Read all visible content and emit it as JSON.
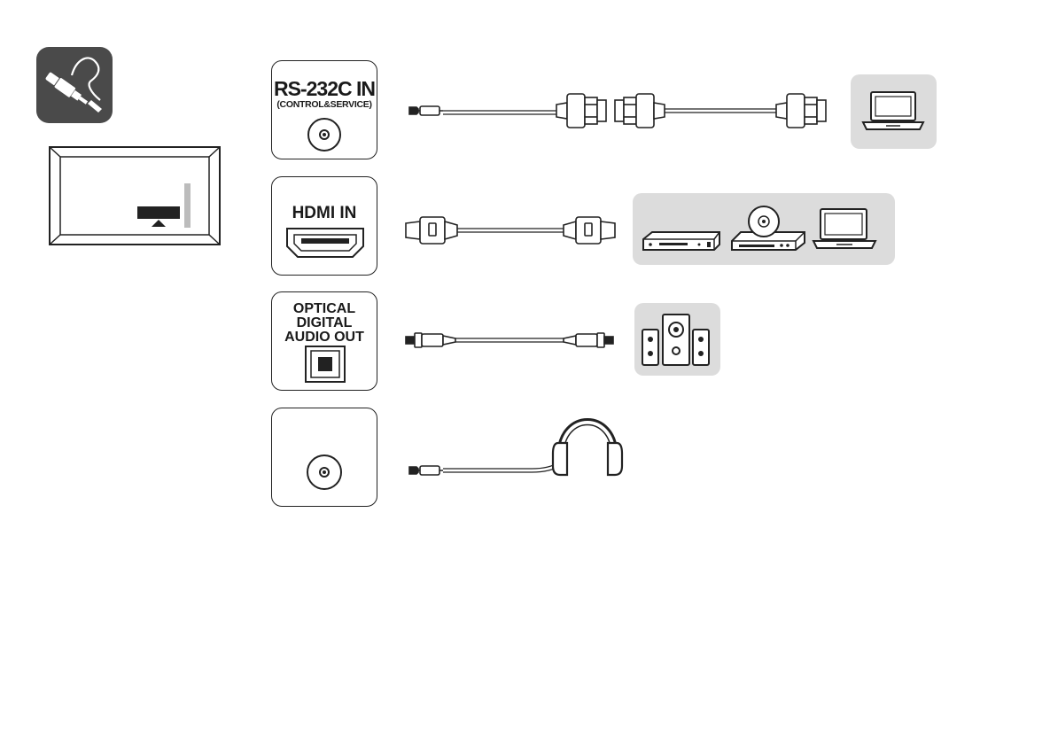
{
  "ports": [
    {
      "name": "rs232",
      "title": "RS-232C IN",
      "subtitle": "(CONTROL&SERVICE)"
    },
    {
      "name": "hdmi",
      "title": "HDMI IN"
    },
    {
      "name": "optical",
      "title_lines": [
        "OPTICAL",
        "DIGITAL",
        "AUDIO OUT"
      ]
    },
    {
      "name": "headphone"
    }
  ],
  "icons": {
    "connection_badge": "cable-plug-icon",
    "monitor": "monitor-rear-panel-icon",
    "rs232_device": "laptop-icon",
    "hdmi_devices": [
      "dvd-player-icon",
      "disc-player-icon",
      "laptop-icon"
    ],
    "optical_device": "speaker-system-icon",
    "headphone_device": "headphones-icon"
  },
  "colors": {
    "panel_border": "#222222",
    "device_box": "#dcdcdc",
    "badge": "#4a4a4a"
  }
}
